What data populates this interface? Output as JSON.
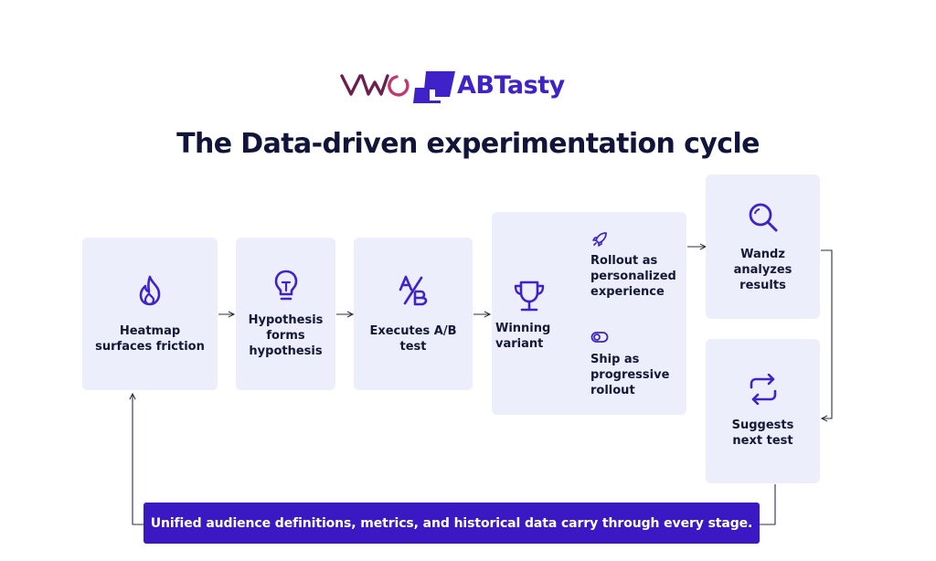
{
  "brand": {
    "vwo_logo": "VWO",
    "abtasty_logo": "ABTasty",
    "accent": "#3a19c4",
    "vwo_color": "#6b1f4f"
  },
  "title": "The Data-driven experimentation cycle",
  "steps": [
    {
      "label": "Heatmap surfaces friction",
      "icon": "flame-icon"
    },
    {
      "label": "Hypothesis forms hypothesis",
      "icon": "lightbulb-icon"
    },
    {
      "label": "Executes A/B test",
      "icon": "ab-test-icon"
    },
    {
      "label": "Winning variant",
      "icon": "trophy-icon"
    },
    {
      "label": "Wandz analyzes results",
      "icon": "search-icon"
    },
    {
      "label": "Suggests next test",
      "icon": "refresh-cycle-icon"
    }
  ],
  "branches": [
    {
      "label": "Rollout as personalized experience",
      "icon": "rocket-icon"
    },
    {
      "label": "Ship as progressive rollout",
      "icon": "toggle-icon"
    }
  ],
  "banner": "Unified audience definitions, metrics, and historical data carry through every stage.",
  "colors": {
    "box_background": "#eceefc",
    "icon_stroke": "#3f22c8",
    "text": "#141833"
  }
}
